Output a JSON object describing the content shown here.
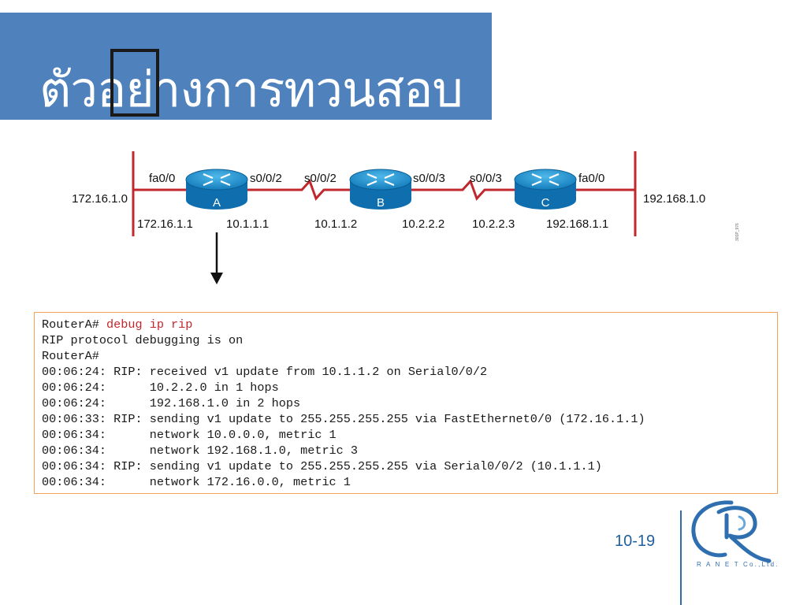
{
  "slide": {
    "title": "ตัวอย่างการทวนสอบ",
    "page_number": "10-19"
  },
  "diagram": {
    "left_network": "172.16.1.0",
    "right_network": "192.168.1.0",
    "figure_id": "301P_976",
    "routers": [
      {
        "letter": "A",
        "left_interface": "fa0/0",
        "right_interface": "s0/0/2",
        "left_ip": "172.16.1.1",
        "right_ip": "10.1.1.1"
      },
      {
        "letter": "B",
        "left_interface": "s0/0/2",
        "right_interface": "s0/0/3",
        "left_ip": "10.1.1.2",
        "right_ip": "10.2.2.2"
      },
      {
        "letter": "C",
        "left_interface": "s0/0/3",
        "right_interface": "fa0/0",
        "left_ip": "10.2.2.3",
        "right_ip": "192.168.1.1"
      }
    ],
    "colors": {
      "router_blue": "#1b8fcf",
      "link_red": "#c0282d"
    }
  },
  "debug_output": {
    "prompt": "RouterA# ",
    "command": "debug ip rip",
    "lines": [
      "RIP protocol debugging is on",
      "RouterA#",
      "00:06:24: RIP: received v1 update from 10.1.1.2 on Serial0/0/2",
      "00:06:24:      10.2.2.0 in 1 hops",
      "00:06:24:      192.168.1.0 in 2 hops",
      "00:06:33: RIP: sending v1 update to 255.255.255.255 via FastEthernet0/0 (172.16.1.1)",
      "00:06:34:      network 10.0.0.0, metric 1",
      "00:06:34:      network 192.168.1.0, metric 3",
      "00:06:34: RIP: sending v1 update to 255.255.255.255 via Serial0/0/2 (10.1.1.1)",
      "00:06:34:      network 172.16.0.0, metric 1"
    ]
  },
  "logo": {
    "text": "R A N E T Co.,Ltd."
  }
}
